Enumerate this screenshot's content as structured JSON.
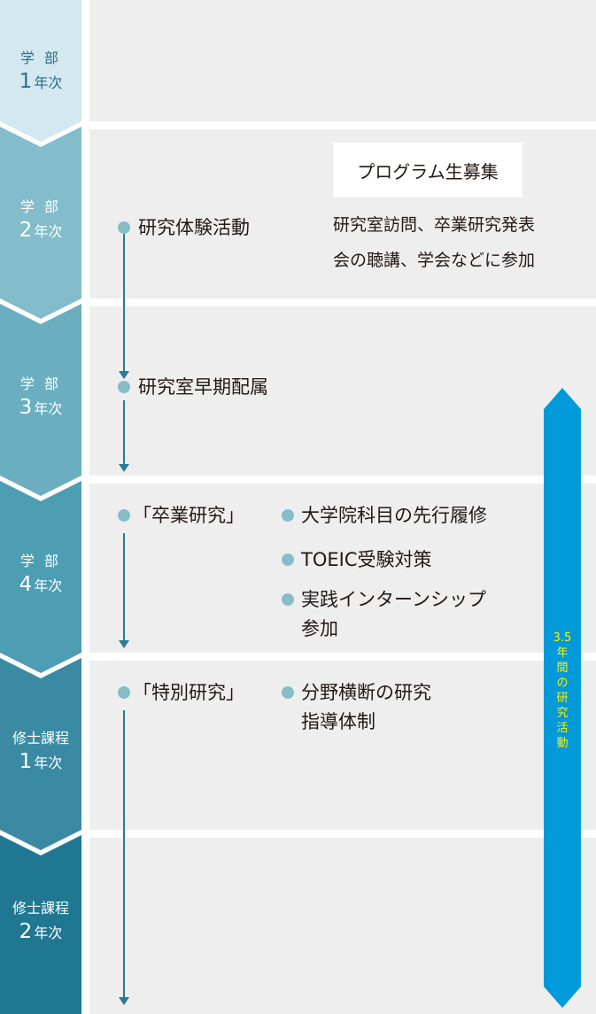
{
  "colors": {
    "row_background": "#eeeeee",
    "timeline": "#2a7a96",
    "dot": "#87bdc9",
    "bar": "#0099d9",
    "bar_text": "#fff200",
    "year_colors": [
      "#d3e8ef",
      "#83bccb",
      "#6aaec0",
      "#4d9db3",
      "#3a8aa4",
      "#1f7792"
    ]
  },
  "years": [
    {
      "line1": "学 部",
      "num": "1",
      "unit": "年次"
    },
    {
      "line1": "学 部",
      "num": "2",
      "unit": "年次"
    },
    {
      "line1": "学 部",
      "num": "3",
      "unit": "年次"
    },
    {
      "line1": "学 部",
      "num": "4",
      "unit": "年次"
    },
    {
      "line1": "修士課程",
      "num": "1",
      "unit": "年次"
    },
    {
      "line1": "修士課程",
      "num": "2",
      "unit": "年次"
    }
  ],
  "program": {
    "badge": "プログラム生募集",
    "desc_line1": "研究室訪問、卒業研究発表",
    "desc_line2": "会の聴講、学会などに参加"
  },
  "timeline": [
    {
      "label": "研究体験活動"
    },
    {
      "label": "研究室早期配属"
    },
    {
      "label": "「卒業研究」"
    },
    {
      "label": "「特別研究」"
    }
  ],
  "year4_items": [
    {
      "label": "大学院科目の先行履修"
    },
    {
      "label": "TOEIC受験対策"
    },
    {
      "label_line1": "実践インターンシップ",
      "label_line2": "参加"
    }
  ],
  "master1_items": [
    {
      "label_line1": "分野横断の研究",
      "label_line2": "指導体制"
    }
  ],
  "bar": {
    "chars": [
      "3.5",
      "年",
      "間",
      "の",
      "研",
      "究",
      "活",
      "動"
    ]
  }
}
